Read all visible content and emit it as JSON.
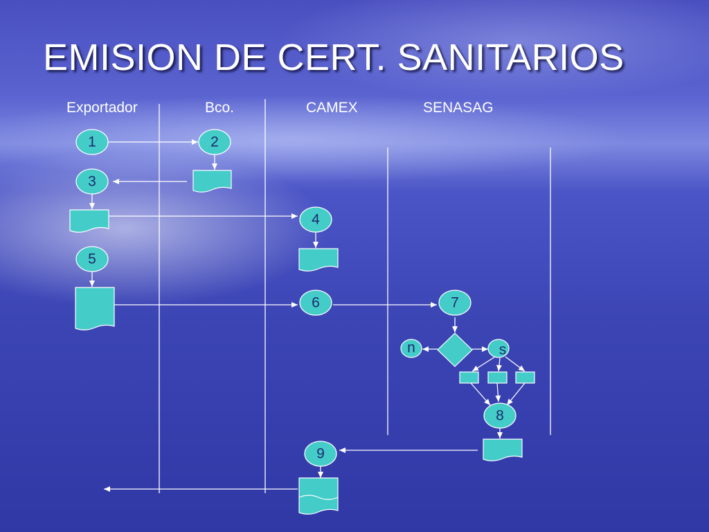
{
  "title": "EMISION DE CERT. SANITARIOS",
  "lanes": [
    "Exportador",
    "Bco.",
    "CAMEX",
    "SENASAG"
  ],
  "steps": [
    "1",
    "2",
    "3",
    "4",
    "5",
    "6",
    "7",
    "8",
    "9"
  ],
  "decision": {
    "no_label": "n",
    "yes_label": "s"
  },
  "colors": {
    "node_fill": "#44ccc8",
    "node_stroke": "#ffffff",
    "line": "#ffffff",
    "text": "#1f2a6e"
  }
}
